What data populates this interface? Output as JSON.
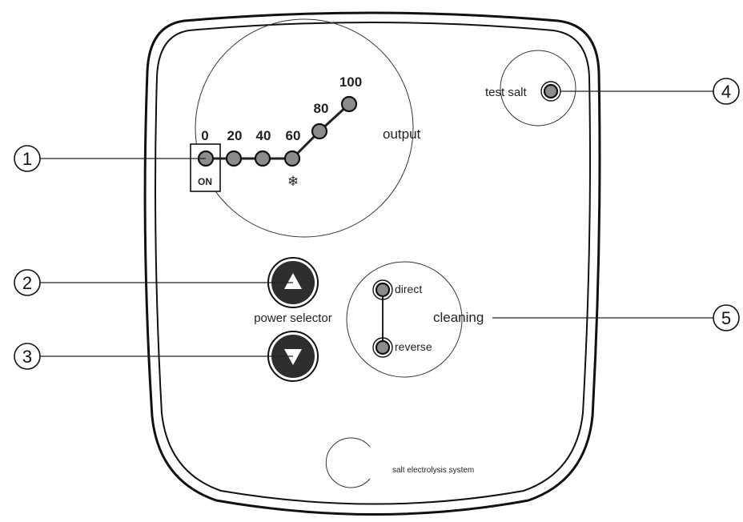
{
  "output": {
    "label": "output",
    "ticks": [
      "0",
      "20",
      "40",
      "60",
      "80",
      "100"
    ],
    "on_label": "ON",
    "snow_symbol": "❄"
  },
  "test_salt": {
    "label": "test salt"
  },
  "power_selector": {
    "label": "power selector",
    "up_icon": "triangle-up-icon",
    "down_icon": "triangle-down-icon"
  },
  "cleaning": {
    "label": "cleaning",
    "direct": "direct",
    "reverse": "reverse"
  },
  "footer": {
    "label": "salt electrolysis system"
  },
  "callouts": [
    "1",
    "2",
    "3",
    "4",
    "5"
  ],
  "colors": {
    "led": "#8c8c8c",
    "button": "#2e2e2e",
    "outline": "#111111"
  }
}
